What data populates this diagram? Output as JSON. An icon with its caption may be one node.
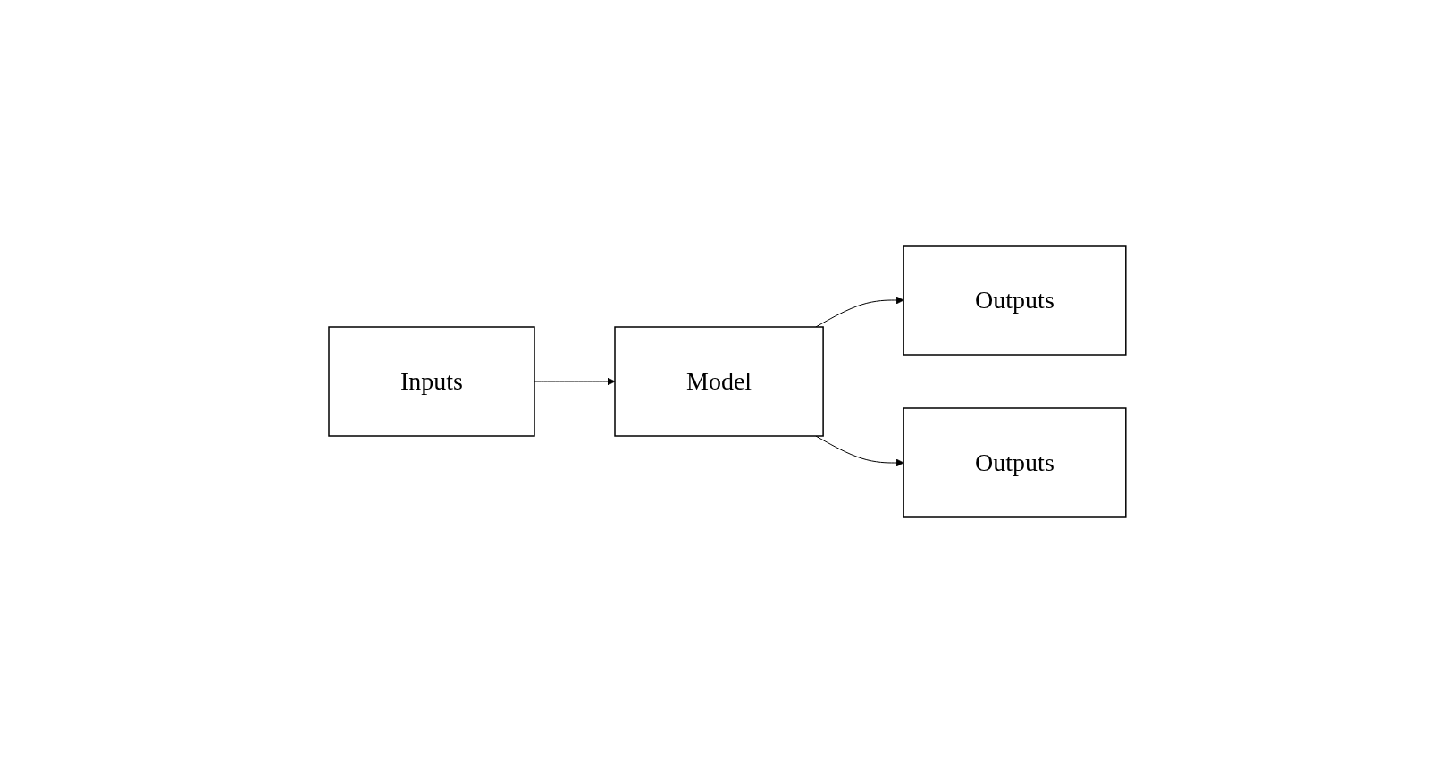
{
  "diagram": {
    "nodes": [
      {
        "text": [
          "Inputs"
        ]
      },
      {
        "text": [
          "Model"
        ]
      },
      {
        "text": [
          "Outputs"
        ]
      },
      {
        "text": [
          "Outputs"
        ]
      }
    ],
    "edges": [
      {
        "from": 0,
        "to": 1,
        "arrow": "to"
      },
      {
        "from": 1,
        "to": 2,
        "arrow": "to"
      },
      {
        "from": 1,
        "to": 3,
        "arrow": "to"
      }
    ]
  }
}
